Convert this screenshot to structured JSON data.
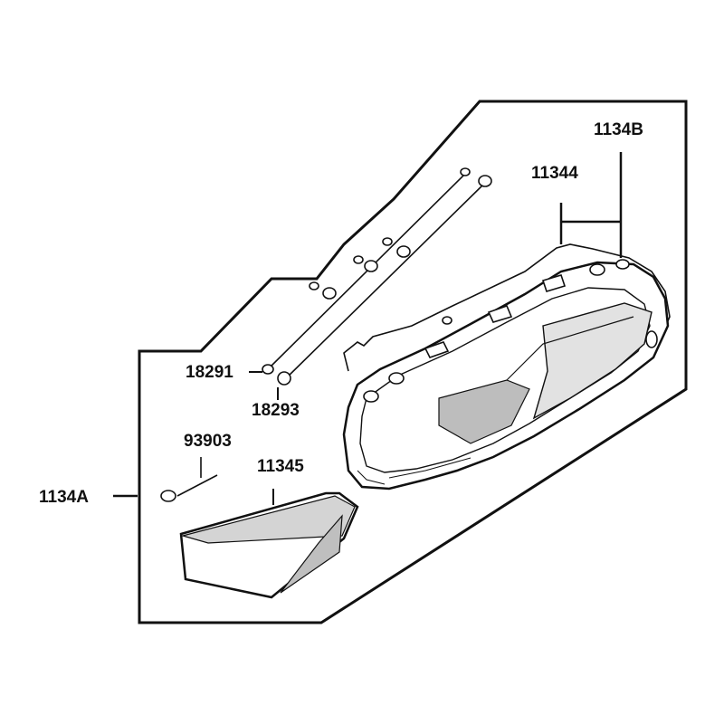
{
  "diagram": {
    "type": "exploded-parts-diagram",
    "line_color": "#111111",
    "fill_color": "#ffffff",
    "shade_color": "#d9d9d9",
    "callouts": {
      "c1134B": "1134B",
      "c11344": "11344",
      "c18291": "18291",
      "c18293": "18293",
      "c93903": "93903",
      "c11345": "11345",
      "c1134A": "1134A"
    },
    "parts": [
      {
        "code": "1134B",
        "part": "assembly-outline-upper"
      },
      {
        "code": "11344",
        "part": "main-cover"
      },
      {
        "code": "18291",
        "part": "bolt-washer"
      },
      {
        "code": "18293",
        "part": "damper-bushing"
      },
      {
        "code": "93903",
        "part": "tapping-screw"
      },
      {
        "code": "11345",
        "part": "side-cover"
      },
      {
        "code": "1134A",
        "part": "assembly-outline-lower"
      }
    ]
  }
}
